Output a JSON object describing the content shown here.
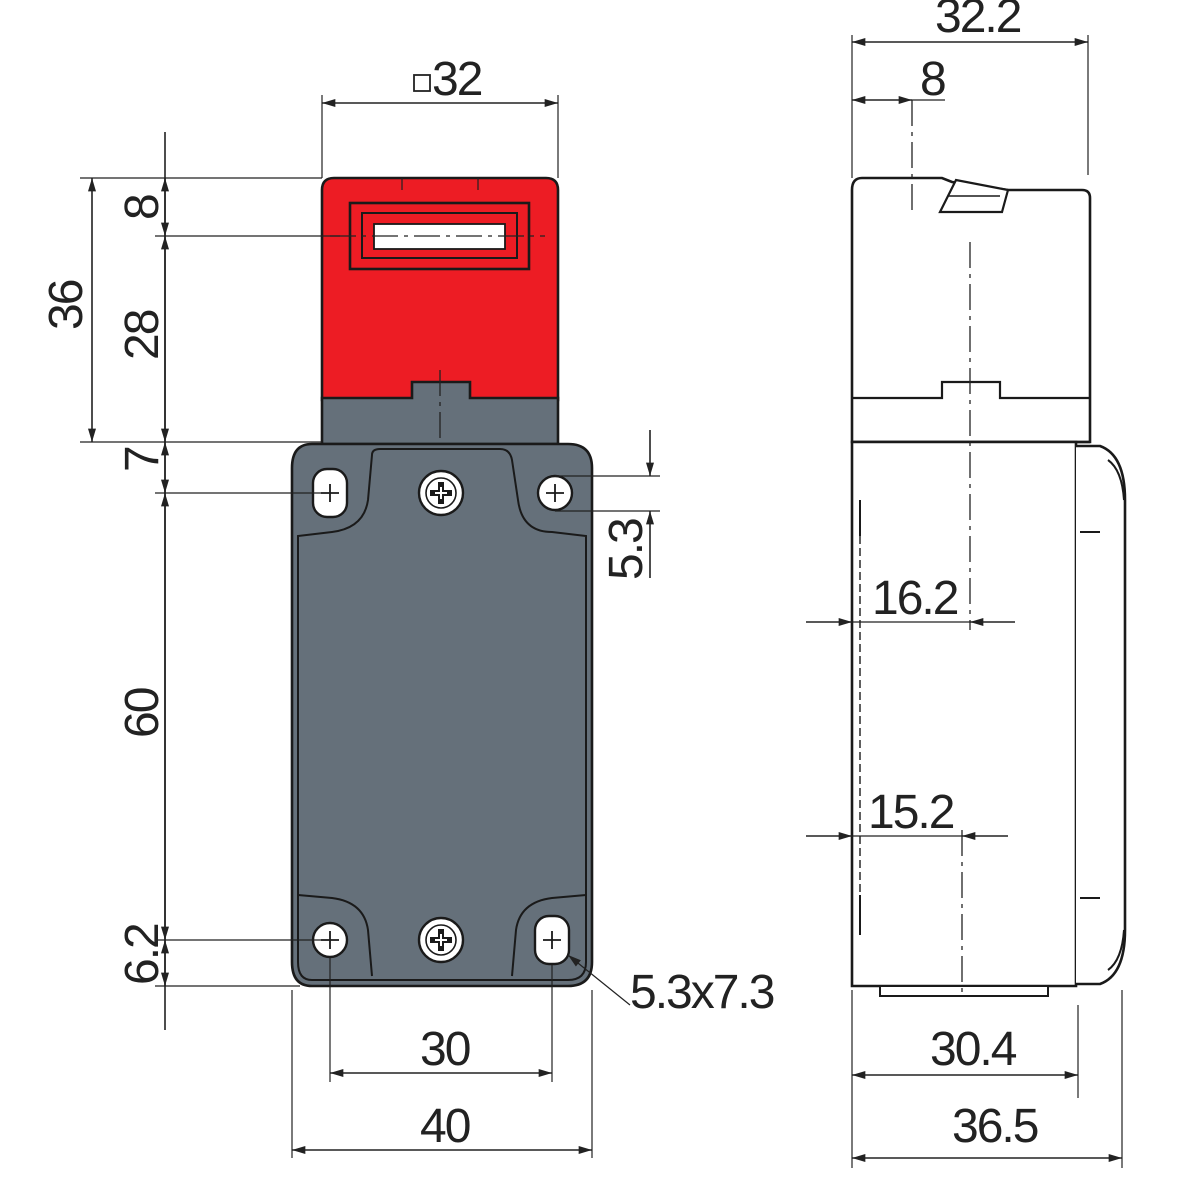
{
  "colors": {
    "actuator_red": "#ed1c24",
    "housing_gray": "#65707a",
    "housing_gray_dark": "#4c555d",
    "outline": "#1a1a1a",
    "side_fill": "#ffffff"
  },
  "front_view": {
    "dim_top_width": "32",
    "dim_total_height": "36",
    "dim_slot_offset": "8",
    "dim_head_height": "28",
    "dim_top_hole": "7",
    "dim_hole_spacing_v": "60",
    "dim_bottom_hole": "6.2",
    "dim_hole_dia": "5.3",
    "dim_slot_hole": "5.3x7.3",
    "dim_hole_spacing_h": "30",
    "dim_body_width": "40"
  },
  "side_view": {
    "dim_total_depth": "32.2",
    "dim_slot_depth": "8",
    "dim_upper_centre": "16.2",
    "dim_lower_centre": "15.2",
    "dim_body_depth": "30.4",
    "dim_overall_depth": "36.5"
  }
}
